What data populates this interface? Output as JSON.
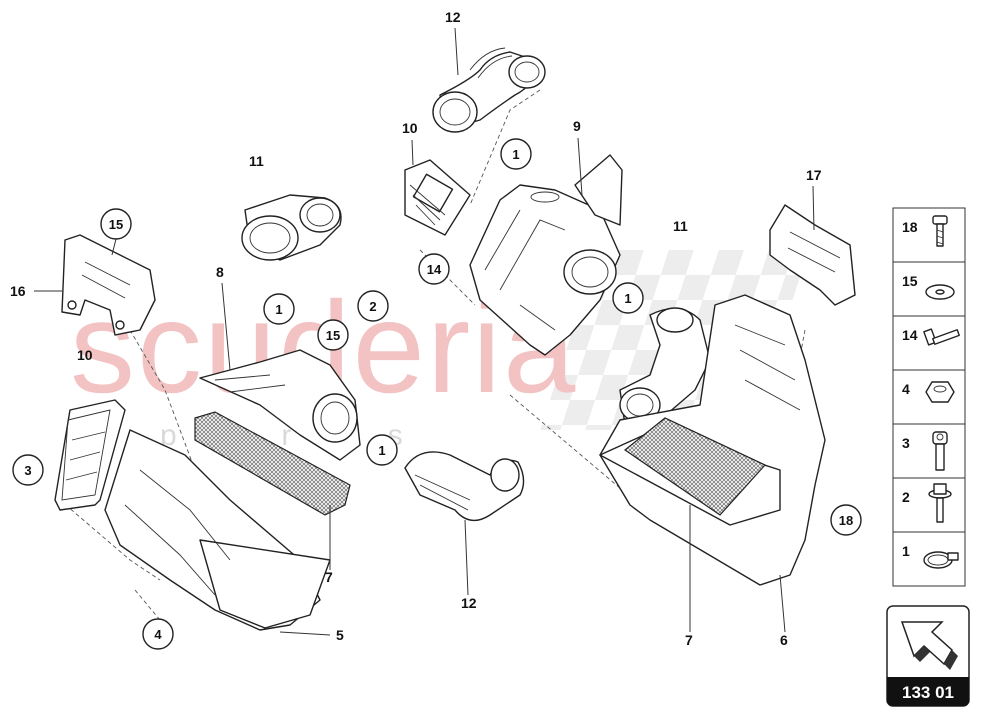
{
  "watermark": {
    "brand": "scuderia",
    "sub": "parts"
  },
  "callouts": {
    "c12_top": "12",
    "c10_top": "10",
    "c9": "9",
    "c11_left": "11",
    "c11_right": "11",
    "c17": "17",
    "c8": "8",
    "c16": "16",
    "c10_left": "10",
    "c7_left": "7",
    "c5": "5",
    "c12_bot": "12",
    "c7_right": "7",
    "c6": "6"
  },
  "circled": {
    "c1_a": "1",
    "c15_a": "15",
    "c1_b": "1",
    "c2": "2",
    "c15_b": "15",
    "c14": "14",
    "c1_c": "1",
    "c1_d": "1",
    "c3": "3",
    "c4": "4",
    "c18": "18"
  },
  "legend": [
    "18",
    "15",
    "14",
    "4",
    "3",
    "2",
    "1"
  ],
  "reference": {
    "code": "133 01"
  },
  "icons": [
    "screw-icon",
    "washer-icon",
    "bolt-icon",
    "nut-icon",
    "socket-bolt-icon",
    "flange-bolt-icon",
    "hose-clamp-icon",
    "arrow-icon"
  ]
}
